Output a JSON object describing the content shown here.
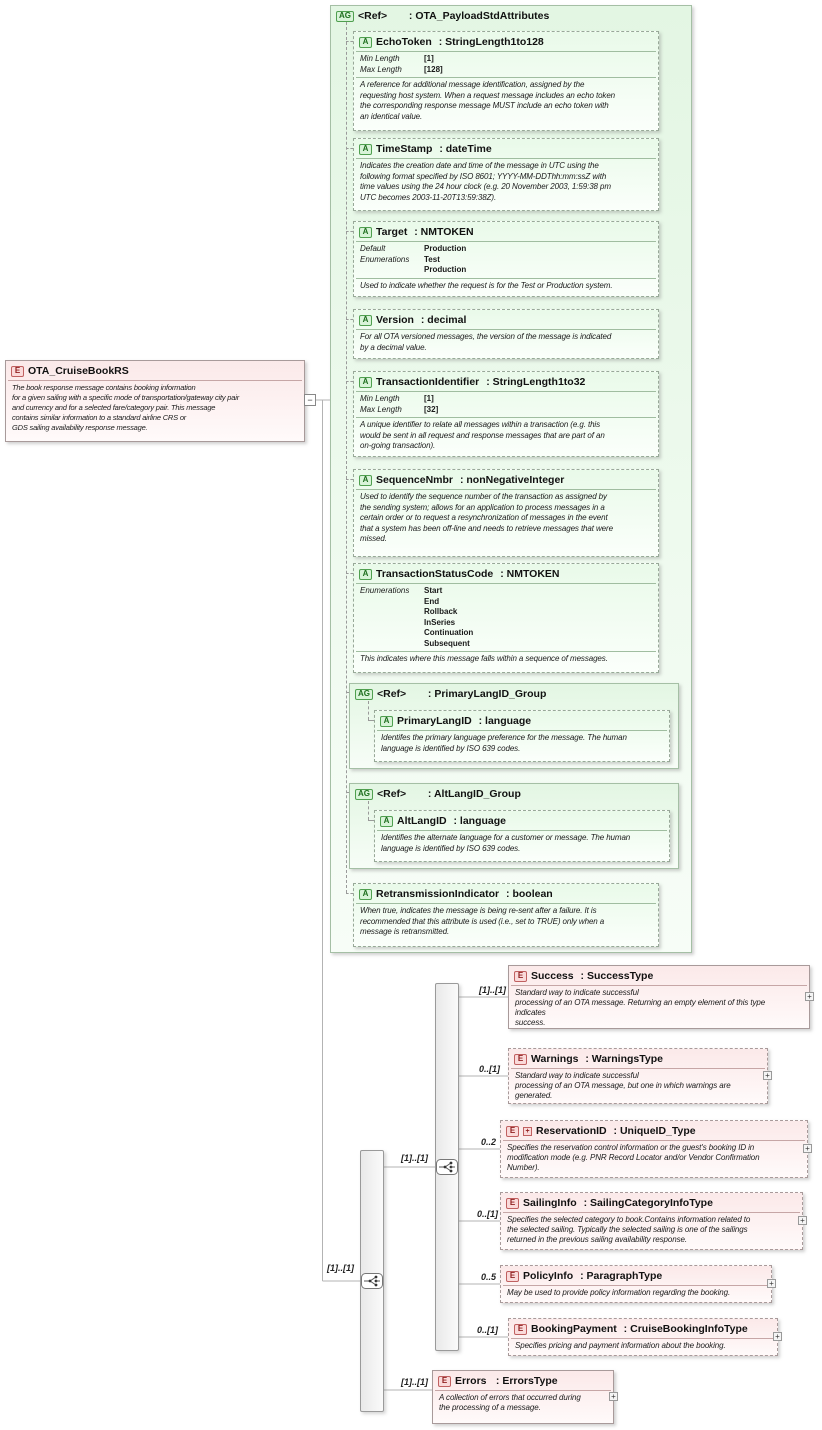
{
  "glyphs": {
    "expand": "+",
    "collapse": "−"
  },
  "root": {
    "badge": "E",
    "name": "OTA_CruiseBookRS",
    "description": "The book response message contains booking information\nfor a given sailing with a specific mode of transportation/gateway city pair\nand currency and for a selected fare/category pair. This message\ncontains similar information to a standard airline CRS or\nGDS sailing availability response message."
  },
  "model": {
    "root_cardinality": "[1]..[1]",
    "sequence_cardinality": "[1]..[1]"
  },
  "ag": {
    "badge": "AG",
    "ref_label": "<Ref>",
    "name": "OTA_PayloadStdAttributes",
    "attributes": [
      {
        "badge": "A",
        "name": "EchoToken",
        "type": "StringLength1to128",
        "facets": [
          {
            "label": "Min Length",
            "value": "[1]"
          },
          {
            "label": "Max Length",
            "value": "[128]"
          }
        ],
        "description": "A reference for additional message identification, assigned by the\nrequesting host system. When a request message includes an echo token\nthe corresponding response message MUST include an echo token with\nan identical value."
      },
      {
        "badge": "A",
        "name": "TimeStamp",
        "type": "dateTime",
        "description": "Indicates the creation date and time of the message in UTC using the\nfollowing format specified by ISO 8601; YYYY-MM-DDThh:mm:ssZ with\ntime values using the 24 hour clock (e.g. 20 November 2003, 1:59:38 pm\nUTC becomes 2003-11-20T13:59:38Z)."
      },
      {
        "badge": "A",
        "name": "Target",
        "type": "NMTOKEN",
        "facets": [
          {
            "label": "Default",
            "value": "Production"
          },
          {
            "label": "Enumerations",
            "value": [
              "Test",
              "Production"
            ]
          }
        ],
        "description": "Used to indicate whether the request is for the Test or Production system."
      },
      {
        "badge": "A",
        "name": "Version",
        "type": "decimal",
        "description": "For all OTA versioned messages, the version of the message is indicated\nby a decimal value."
      },
      {
        "badge": "A",
        "name": "TransactionIdentifier",
        "type": "StringLength1to32",
        "facets": [
          {
            "label": "Min Length",
            "value": "[1]"
          },
          {
            "label": "Max Length",
            "value": "[32]"
          }
        ],
        "description": "A unique identifier to relate all messages within a transaction (e.g. this\nwould be sent in all request and response messages that are part of an\non-going transaction)."
      },
      {
        "badge": "A",
        "name": "SequenceNmbr",
        "type": "nonNegativeInteger",
        "description": "Used to identify the sequence number of the transaction as assigned by\nthe sending system; allows for an application to process messages in a\ncertain order or to request a resynchronization of messages in the event\nthat a system has been off-line and needs to retrieve messages that were\nmissed."
      },
      {
        "badge": "A",
        "name": "TransactionStatusCode",
        "type": "NMTOKEN",
        "facets": [
          {
            "label": "Enumerations",
            "value": [
              "Start",
              "End",
              "Rollback",
              "InSeries",
              "Continuation",
              "Subsequent"
            ]
          }
        ],
        "description": "This indicates where this message falls within a sequence of messages."
      },
      {
        "badge": "A",
        "name": "RetransmissionIndicator",
        "type": "boolean",
        "description": "When true, indicates the message is being re-sent after a failure. It is\nrecommended that this attribute is used (i.e., set to TRUE) only when a\nmessage is retransmitted."
      }
    ],
    "groups": [
      {
        "badge": "AG",
        "ref_label": "<Ref>",
        "name": "PrimaryLangID_Group",
        "attribute": {
          "badge": "A",
          "name": "PrimaryLangID",
          "type": "language",
          "description": "Identifes the primary language preference for the message.  The human\nlanguage is identified by ISO 639 codes."
        }
      },
      {
        "badge": "AG",
        "ref_label": "<Ref>",
        "name": "AltLangID_Group",
        "attribute": {
          "badge": "A",
          "name": "AltLangID",
          "type": "language",
          "description": "Identifies the alternate language for a customer or message. The human\nlanguage is identified by ISO 639 codes."
        }
      }
    ]
  },
  "elements": [
    {
      "badge": "E",
      "name": "Success",
      "type": "SuccessType",
      "cardinality": "[1]..[1]",
      "description": "Standard way to indicate successful\nprocessing of an OTA message. Returning an empty element of this type\nindicates\nsuccess."
    },
    {
      "badge": "E",
      "name": "Warnings",
      "type": "WarningsType",
      "cardinality": "0..[1]",
      "description": "Standard way to indicate successful\nprocessing of an OTA message, but one in which warnings are\ngenerated."
    },
    {
      "badge": "E",
      "name": "ReservationID",
      "type": "UniqueID_Type",
      "cardinality": "0..2",
      "description": "Specifies the reservation control information or the guest's booking ID in\nmodification mode (e.g. PNR Record Locator and/or Vendor Confirmation\nNumber)."
    },
    {
      "badge": "E",
      "name": "SailingInfo",
      "type": "SailingCategoryInfoType",
      "cardinality": "0..[1]",
      "description": "Specifies the selected category to book.Contains information related to\nthe selected sailing. Typically the selected sailing is one of the sailings\nreturned in the previous sailing availability response."
    },
    {
      "badge": "E",
      "name": "PolicyInfo",
      "type": "ParagraphType",
      "cardinality": "0..5",
      "description": "May be used to provide policy information regarding the booking."
    },
    {
      "badge": "E",
      "name": "BookingPayment",
      "type": "CruiseBookingInfoType",
      "cardinality": "0..[1]",
      "description": "Specifies pricing and payment information about the booking."
    }
  ],
  "errors": {
    "badge": "E",
    "name": "Errors",
    "type": "ErrorsType",
    "cardinality": "[1]..[1]",
    "description": "A collection of errors that occurred during\nthe processing of a message."
  }
}
